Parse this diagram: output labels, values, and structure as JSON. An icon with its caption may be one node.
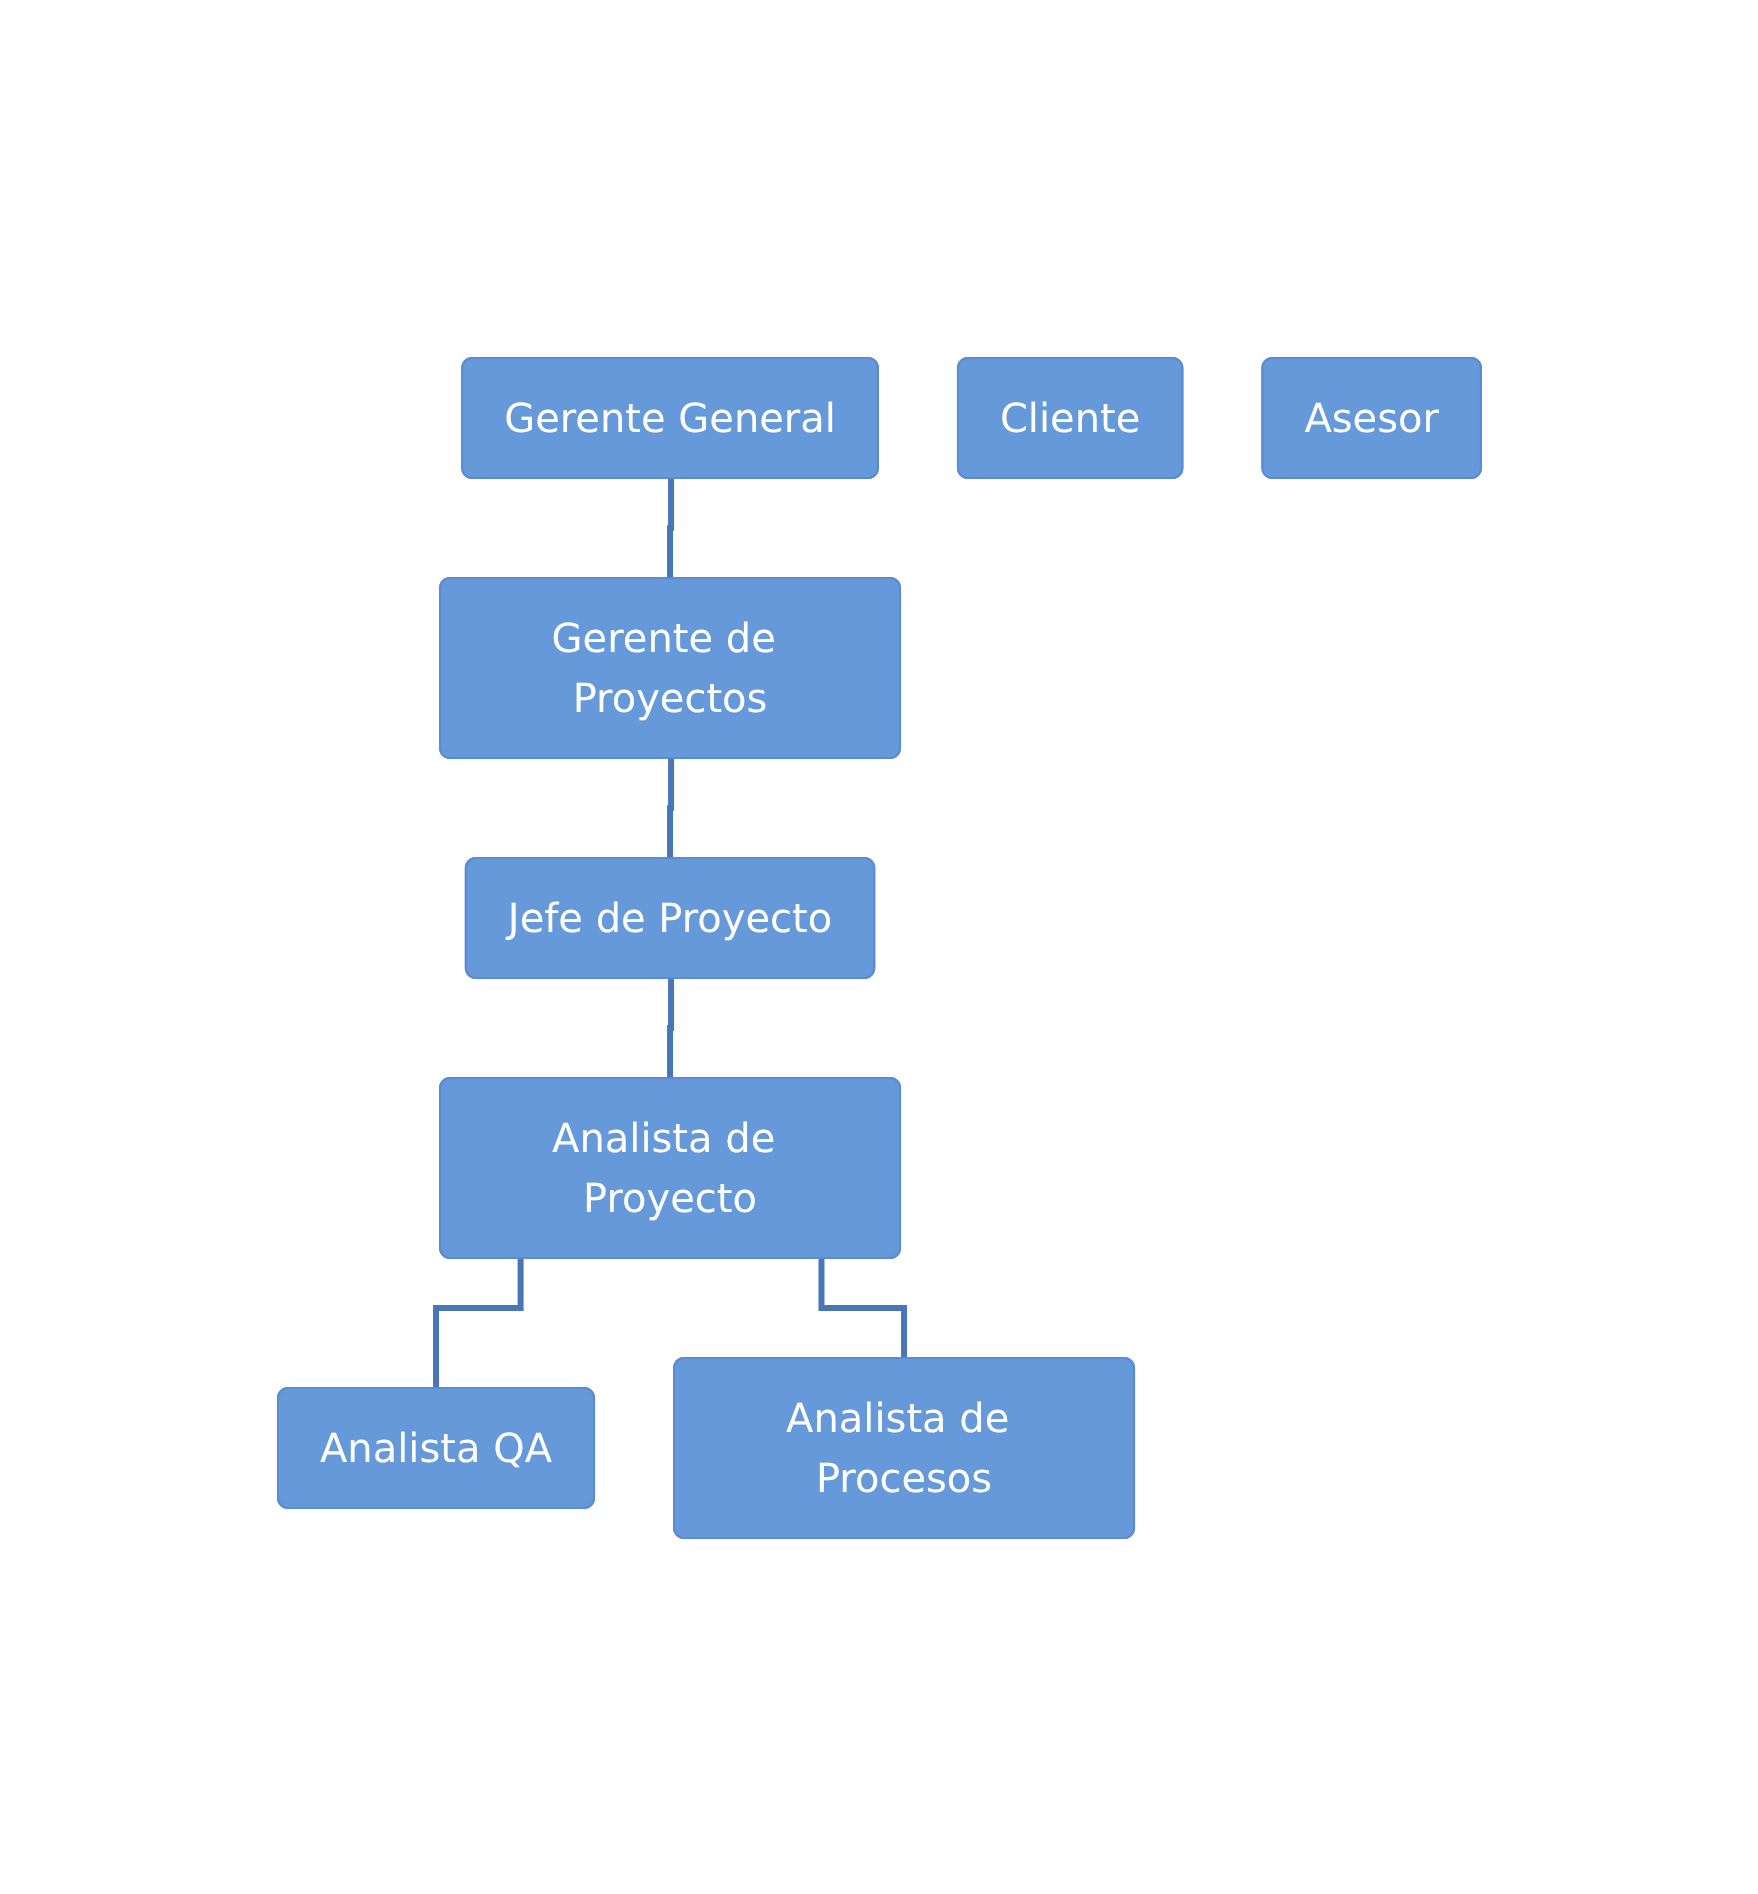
{
  "diagram": {
    "nodes": [
      {
        "text": [
          "Gerente General"
        ]
      },
      {
        "text": [
          "Cliente"
        ]
      },
      {
        "text": [
          "Asesor"
        ]
      },
      {
        "text": [
          "Gerente de Proyectos"
        ]
      },
      {
        "text": [
          "Jefe de Proyecto"
        ]
      },
      {
        "text": [
          "Analista de Proyecto"
        ]
      },
      {
        "text": [
          "Analista QA"
        ]
      },
      {
        "text": [
          "Analista de Procesos"
        ]
      }
    ],
    "edges": [
      {
        "from": 0,
        "to": 3,
        "arrow": "none"
      },
      {
        "from": 3,
        "to": 4,
        "arrow": "none"
      },
      {
        "from": 4,
        "to": 5,
        "arrow": "none"
      },
      {
        "from": 5,
        "to": 6,
        "arrow": "none"
      },
      {
        "from": 5,
        "to": 7,
        "arrow": "none"
      }
    ]
  }
}
